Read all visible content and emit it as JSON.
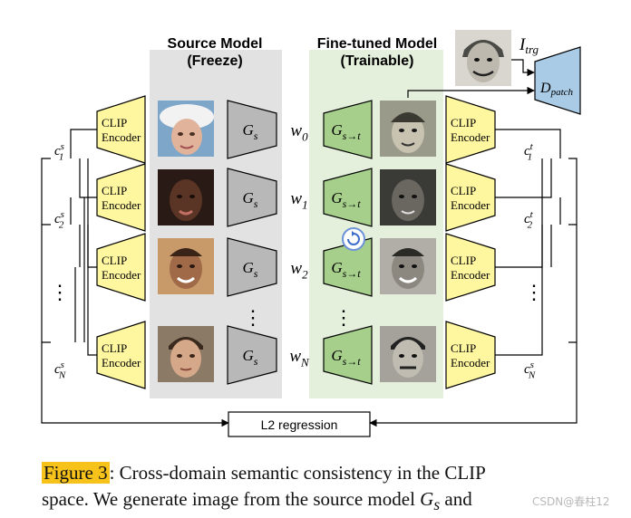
{
  "diagram": {
    "source_panel": {
      "title": "Source Model",
      "subtitle": "(Freeze)"
    },
    "finetuned_panel": {
      "title": "Fine-tuned Model",
      "subtitle": "(Trainable)"
    },
    "clip_label_1": "CLIP",
    "clip_label_2": "Encoder",
    "source_generator": "G_s",
    "target_generator": "G_{s→t}",
    "latents": [
      "w_0",
      "w_1",
      "w_2",
      "w_N"
    ],
    "source_embeddings": [
      "c_1^s",
      "c_2^s",
      "⋮",
      "c_N^s"
    ],
    "target_embeddings": [
      "c_1^t",
      "c_2^t",
      "⋮",
      "c_N^s"
    ],
    "target_image_label": "I_trg",
    "discriminator": "D_patch",
    "loss": "L2 regression",
    "colors": {
      "clip_fill": "#fff7a0",
      "source_gen_fill": "#b8b8b8",
      "target_gen_fill": "#a5cf8a",
      "discriminator_fill": "#a9cbe6",
      "source_panel_bg": "#e2e2e2",
      "target_panel_bg": "#e5f0dc",
      "figure_tag_highlight": "#f7c31b"
    }
  },
  "caption": {
    "figure_tag": "Figure 3",
    "text_1": ": Cross-domain semantic consistency in the CLIP",
    "text_2": "space. We generate image from the source model ",
    "symbol": "G",
    "subscript": "s",
    "text_3": " and"
  },
  "watermark": "CSDN@春柱12"
}
